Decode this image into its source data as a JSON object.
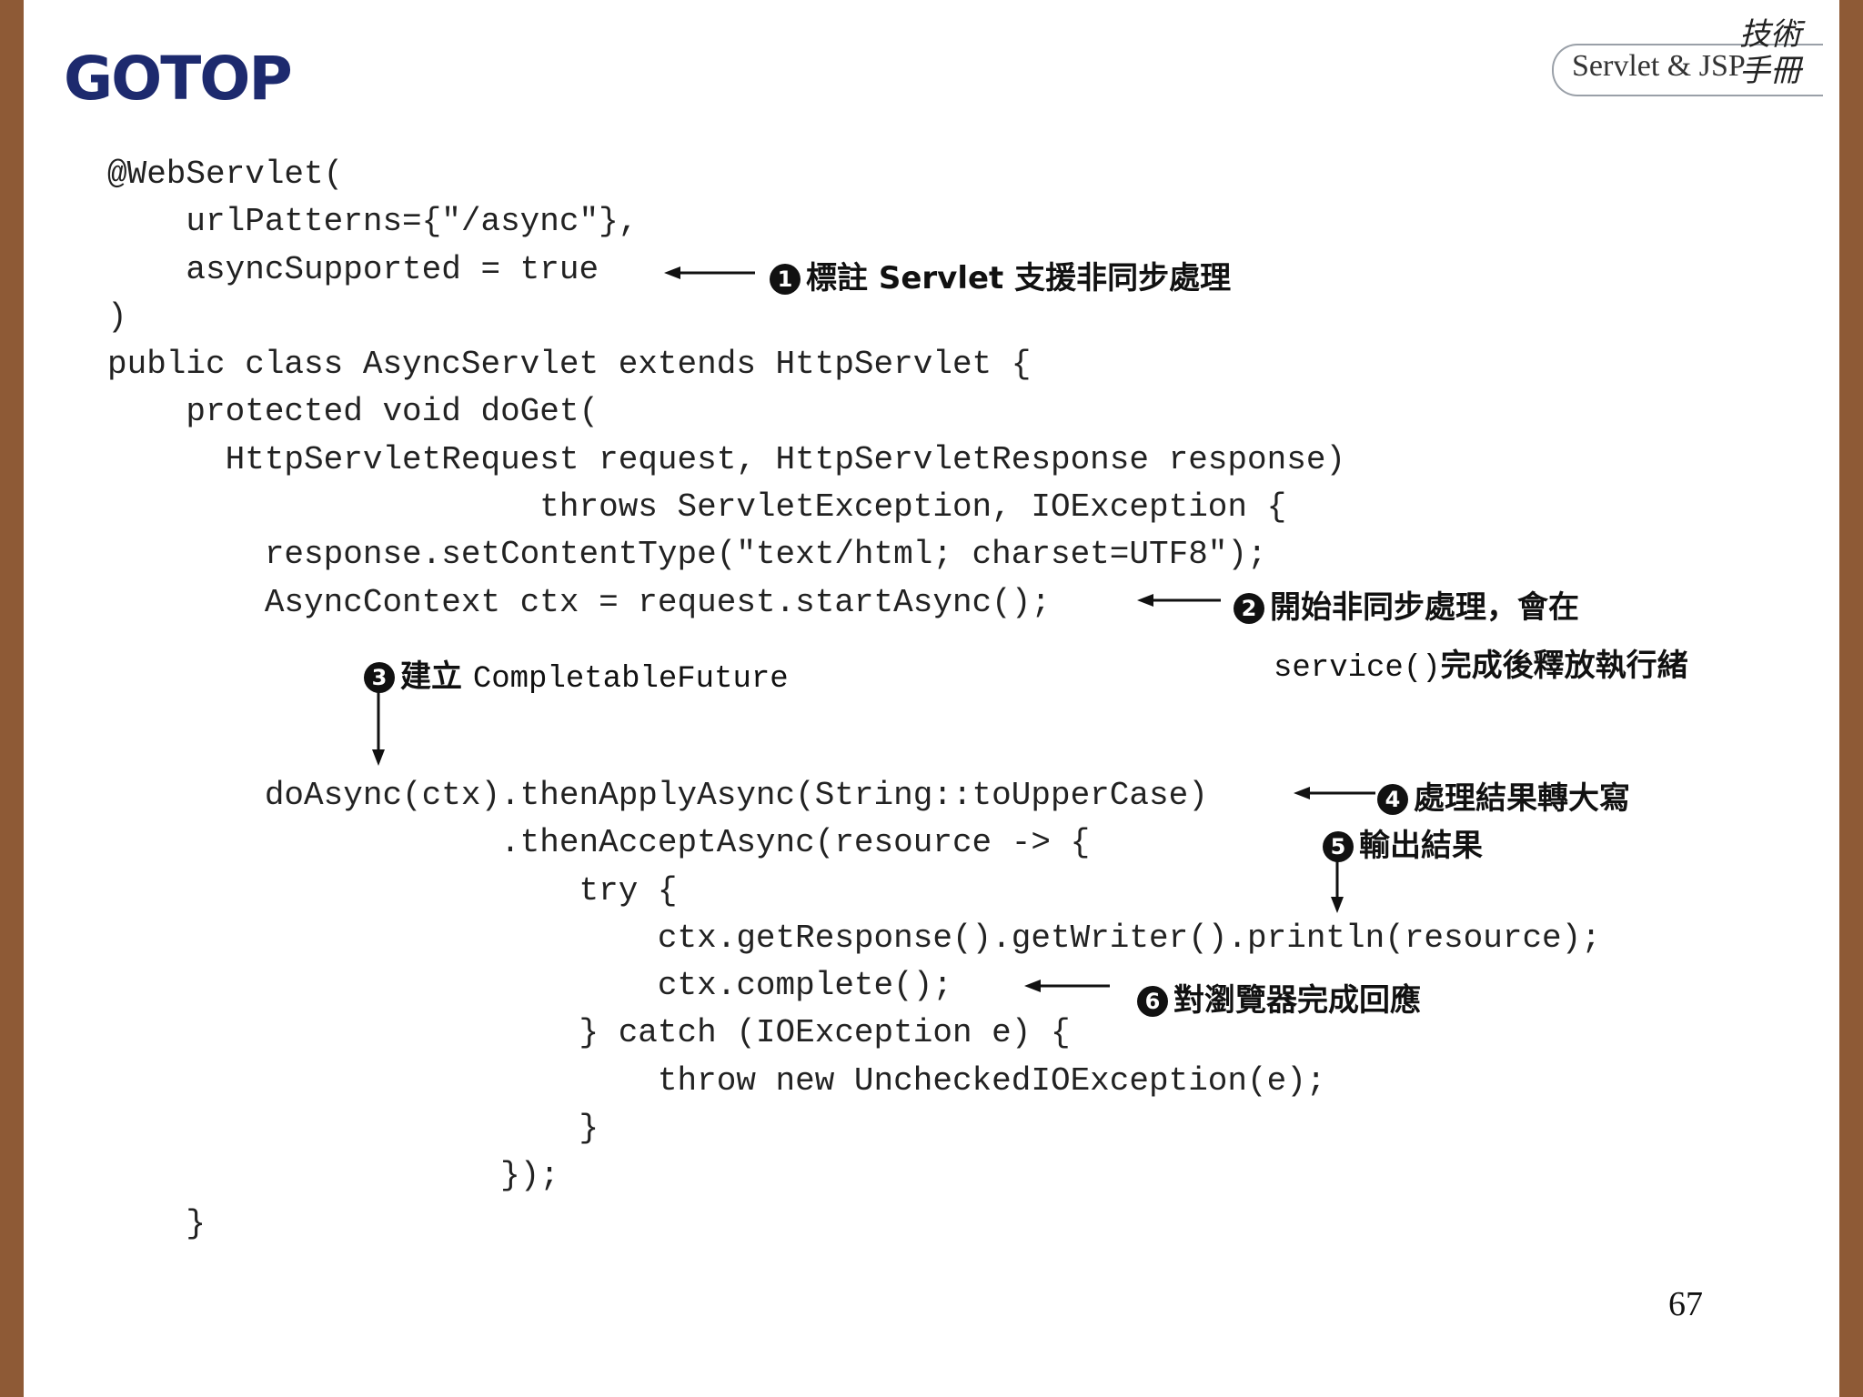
{
  "header": {
    "logo": "GOTOP",
    "series": "Servlet & JSP",
    "series_mark": "技術手冊"
  },
  "code_lines": [
    "@WebServlet(",
    "    urlPatterns={\"/async\"},",
    "    asyncSupported = true",
    ")",
    "public class AsyncServlet extends HttpServlet {",
    "    protected void doGet(",
    "      HttpServletRequest request, HttpServletResponse response)",
    "                      throws ServletException, IOException {",
    "        response.setContentType(\"text/html; charset=UTF8\");",
    "        AsyncContext ctx = request.startAsync();",
    "        doAsync(ctx).thenApplyAsync(String::toUpperCase)",
    "                    .thenAcceptAsync(resource -> {",
    "                        try {",
    "                            ctx.getResponse().getWriter().println(resource);",
    "                            ctx.complete();",
    "                        } catch (IOException e) {",
    "                            throw new UncheckedIOException(e);",
    "                        }",
    "                    });",
    "    }"
  ],
  "annotations": {
    "a1": {
      "num": "1",
      "text": "標註 Servlet 支援非同步處理"
    },
    "a2": {
      "num": "2",
      "text": "開始非同步處理，會在",
      "code": "service()",
      "text2": "完成後釋放執行緒"
    },
    "a3": {
      "num": "3",
      "text": "建立",
      "code": "CompletableFuture"
    },
    "a4": {
      "num": "4",
      "text": "處理結果轉大寫"
    },
    "a5": {
      "num": "5",
      "text": "輸出結果"
    },
    "a6": {
      "num": "6",
      "text": "對瀏覽器完成回應"
    }
  },
  "page_number": "67"
}
